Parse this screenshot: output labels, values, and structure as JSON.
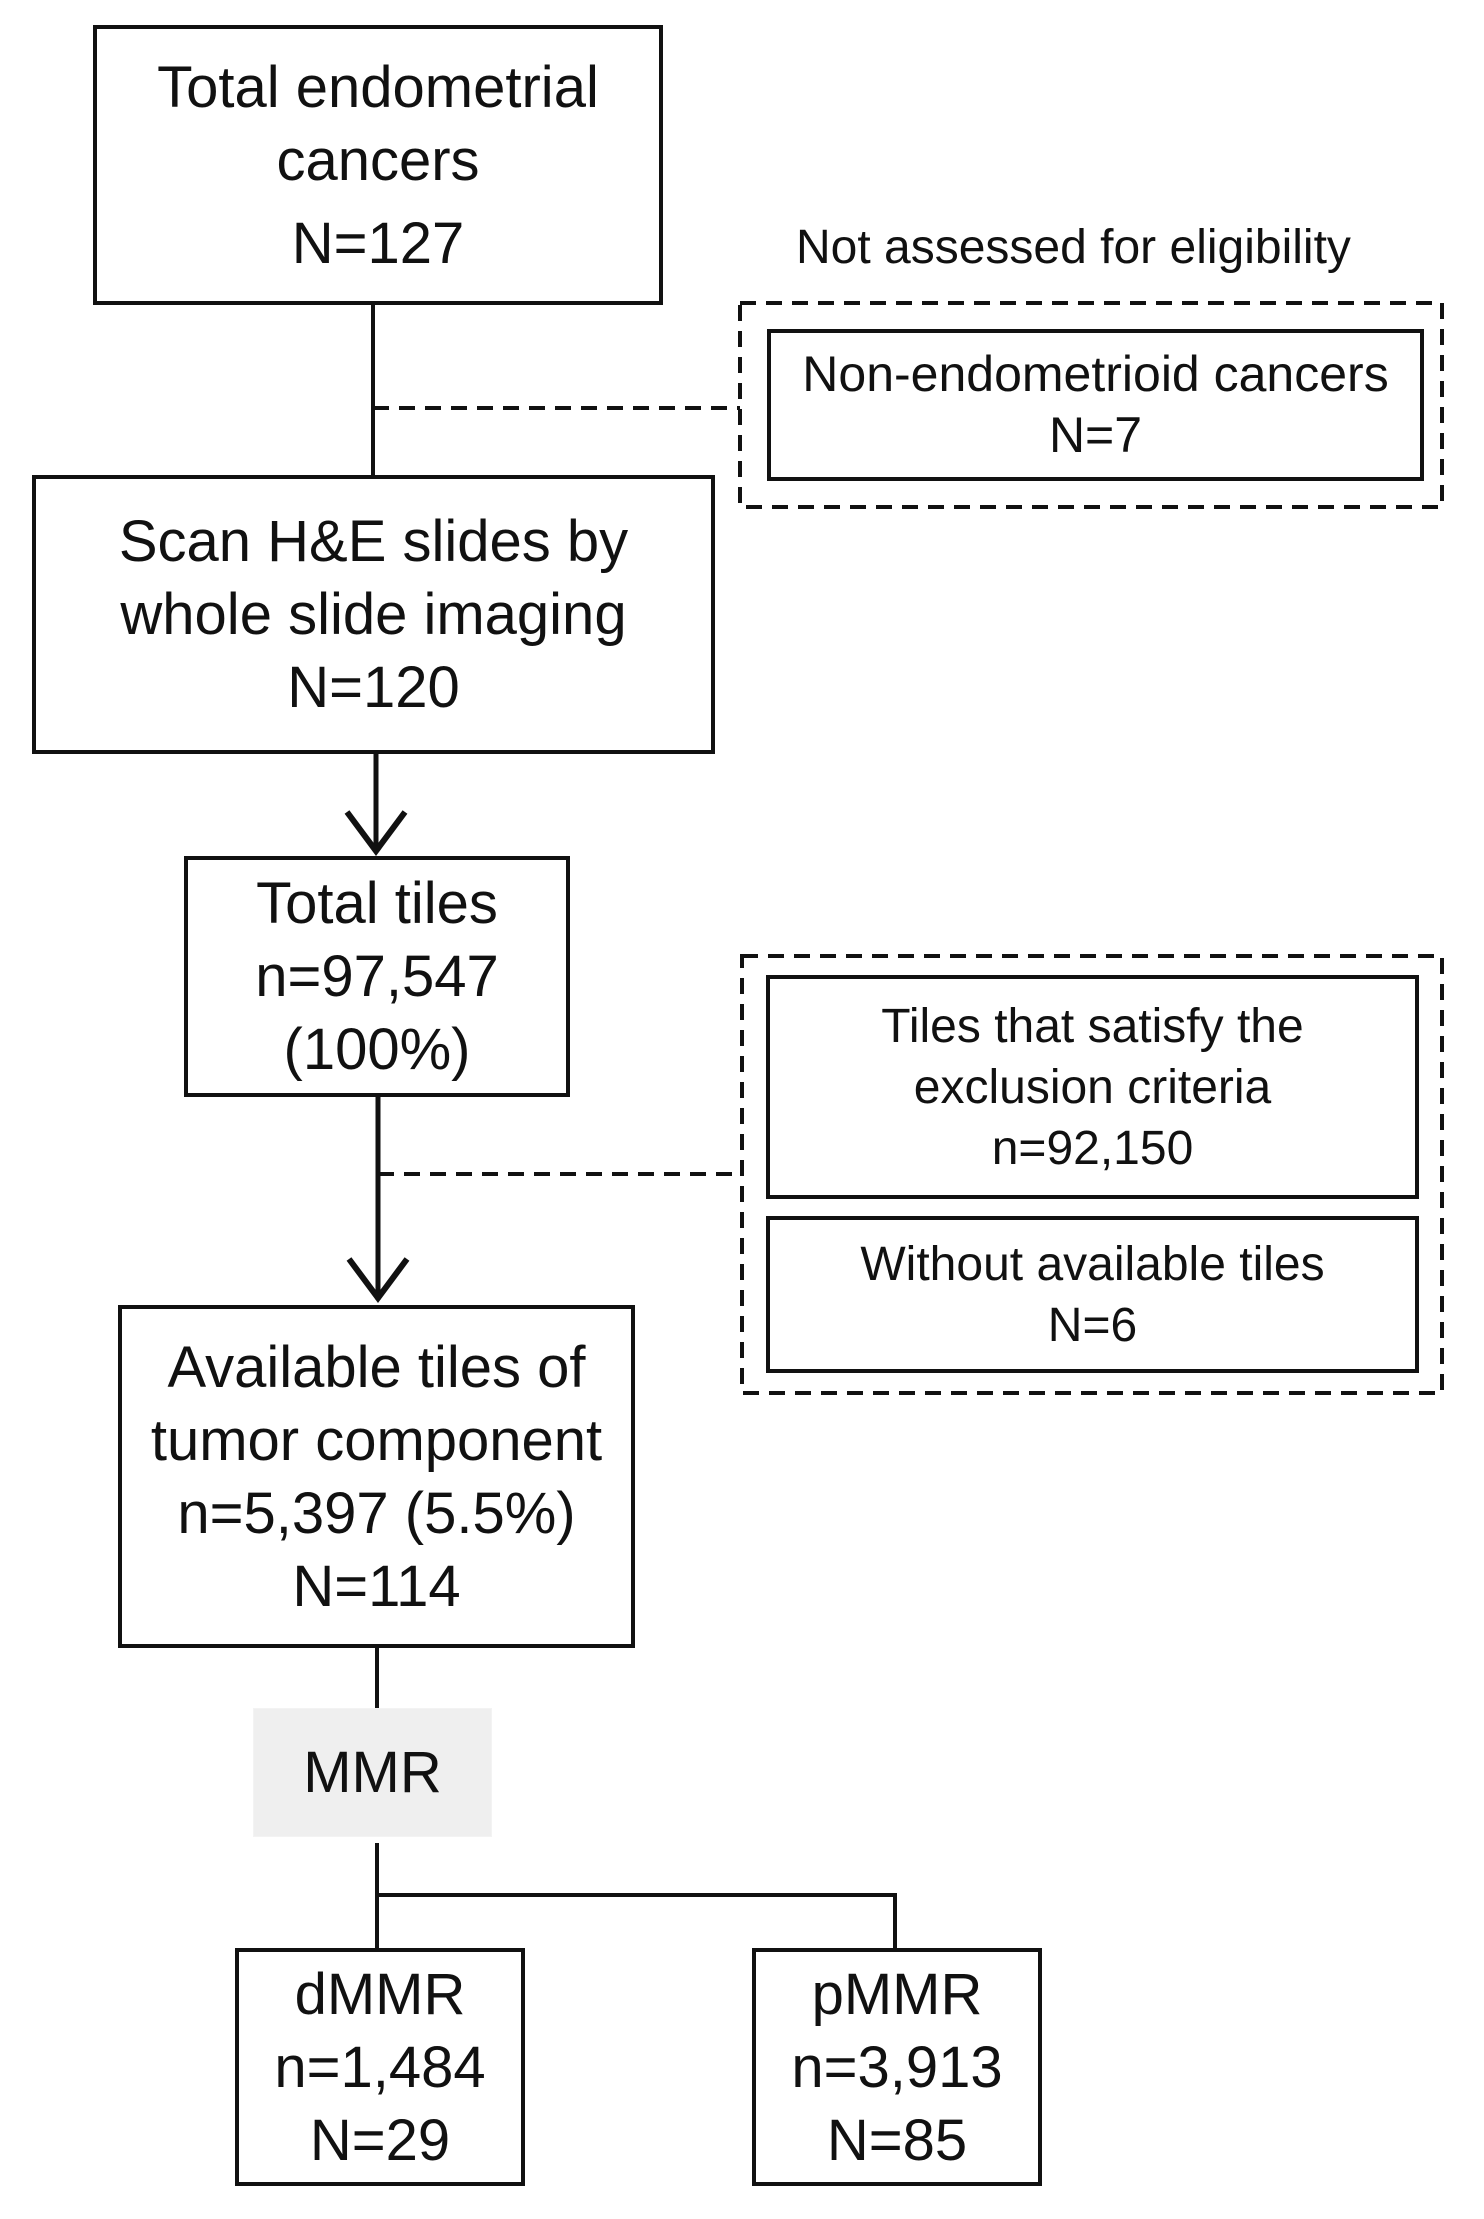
{
  "total_cancers": {
    "line1": "Total endometrial",
    "line2": "cancers",
    "count": "N=127"
  },
  "not_assessed": {
    "heading": "Not assessed for eligibility",
    "reason": "Non-endometrioid cancers",
    "count": "N=7"
  },
  "scan": {
    "line1": "Scan H&E slides by",
    "line2": "whole slide imaging",
    "count": "N=120"
  },
  "total_tiles": {
    "line1": "Total tiles",
    "count": "n=97,547",
    "percent": "(100%)"
  },
  "excluded": {
    "criteria_line1": "Tiles that satisfy the",
    "criteria_line2": "exclusion criteria",
    "criteria_count": "n=92,150",
    "without_label": "Without available tiles",
    "without_count": "N=6"
  },
  "available": {
    "line1": "Available tiles of",
    "line2": "tumor component",
    "tiles": "n=5,397 (5.5%)",
    "count": "N=114"
  },
  "split_label": "MMR",
  "dmmr": {
    "label": "dMMR",
    "tiles": "n=1,484",
    "count": "N=29"
  },
  "pmmr": {
    "label": "pMMR",
    "tiles": "n=3,913",
    "count": "N=85"
  }
}
